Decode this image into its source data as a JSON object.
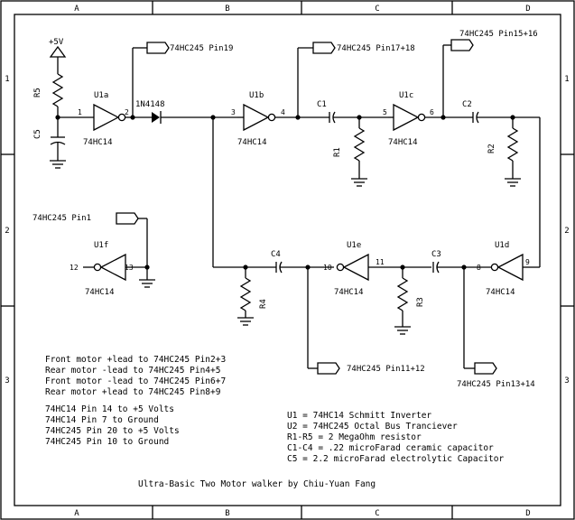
{
  "frame": {
    "columns": [
      "A",
      "B",
      "C",
      "D"
    ],
    "rows": [
      "1",
      "2",
      "3"
    ]
  },
  "labels": {
    "vcc": "+5V",
    "r5": "R5",
    "c5": "C5",
    "u1a": "U1a",
    "u1a_part": "74HC14",
    "u1a_pin_in": "1",
    "u1a_pin_out": "2",
    "diode": "1N4148",
    "u1b": "U1b",
    "u1b_part": "74HC14",
    "u1b_pin_in": "3",
    "u1b_pin_out": "4",
    "c1": "C1",
    "r1": "R1",
    "u1c": "U1c",
    "u1c_part": "74HC14",
    "u1c_pin_in": "5",
    "u1c_pin_out": "6",
    "c2": "C2",
    "r2": "R2",
    "port_pin19": "74HC245 Pin19",
    "port_pin17_18": "74HC245 Pin17+18",
    "port_pin15_16": "74HC245 Pin15+16",
    "port_pin1": "74HC245 Pin1",
    "u1f": "U1f",
    "u1f_part": "74HC14",
    "u1f_pin_in": "12",
    "u1f_pin_out": "13",
    "c4": "C4",
    "r4": "R4",
    "u1e": "U1e",
    "u1e_part": "74HC14",
    "u1e_pin_in": "10",
    "u1e_pin_out": "11",
    "c3": "C3",
    "r3": "R3",
    "u1d": "U1d",
    "u1d_part": "74HC14",
    "u1d_pin_in": "8",
    "u1d_pin_out": "9",
    "port_pin11_12": "74HC245 Pin11+12",
    "port_pin13_14": "74HC245 Pin13+14"
  },
  "notes_motor": [
    "Front motor +lead to 74HC245 Pin2+3",
    "Rear motor -lead to 74HC245 Pin4+5",
    "Front motor -lead to 74HC245 Pin6+7",
    "Rear motor +lead to 74HC245 Pin8+9"
  ],
  "notes_power": [
    "74HC14 Pin 14 to +5 Volts",
    "74HC14 Pin 7 to Ground",
    "74HC245 Pin 20 to +5 Volts",
    "74HC245 Pin 10 to Ground"
  ],
  "parts_list": [
    "U1 = 74HC14 Schmitt Inverter",
    "U2 = 74HC245 Octal Bus Tranciever",
    "R1-R5 = 2 MegaOhm resistor",
    "C1-C4 = .22 microFarad ceramic capacitor",
    "C5 = 2.2 microFarad electrolytic Capacitor"
  ],
  "title": "Ultra-Basic Two Motor walker by Chiu-Yuan Fang"
}
